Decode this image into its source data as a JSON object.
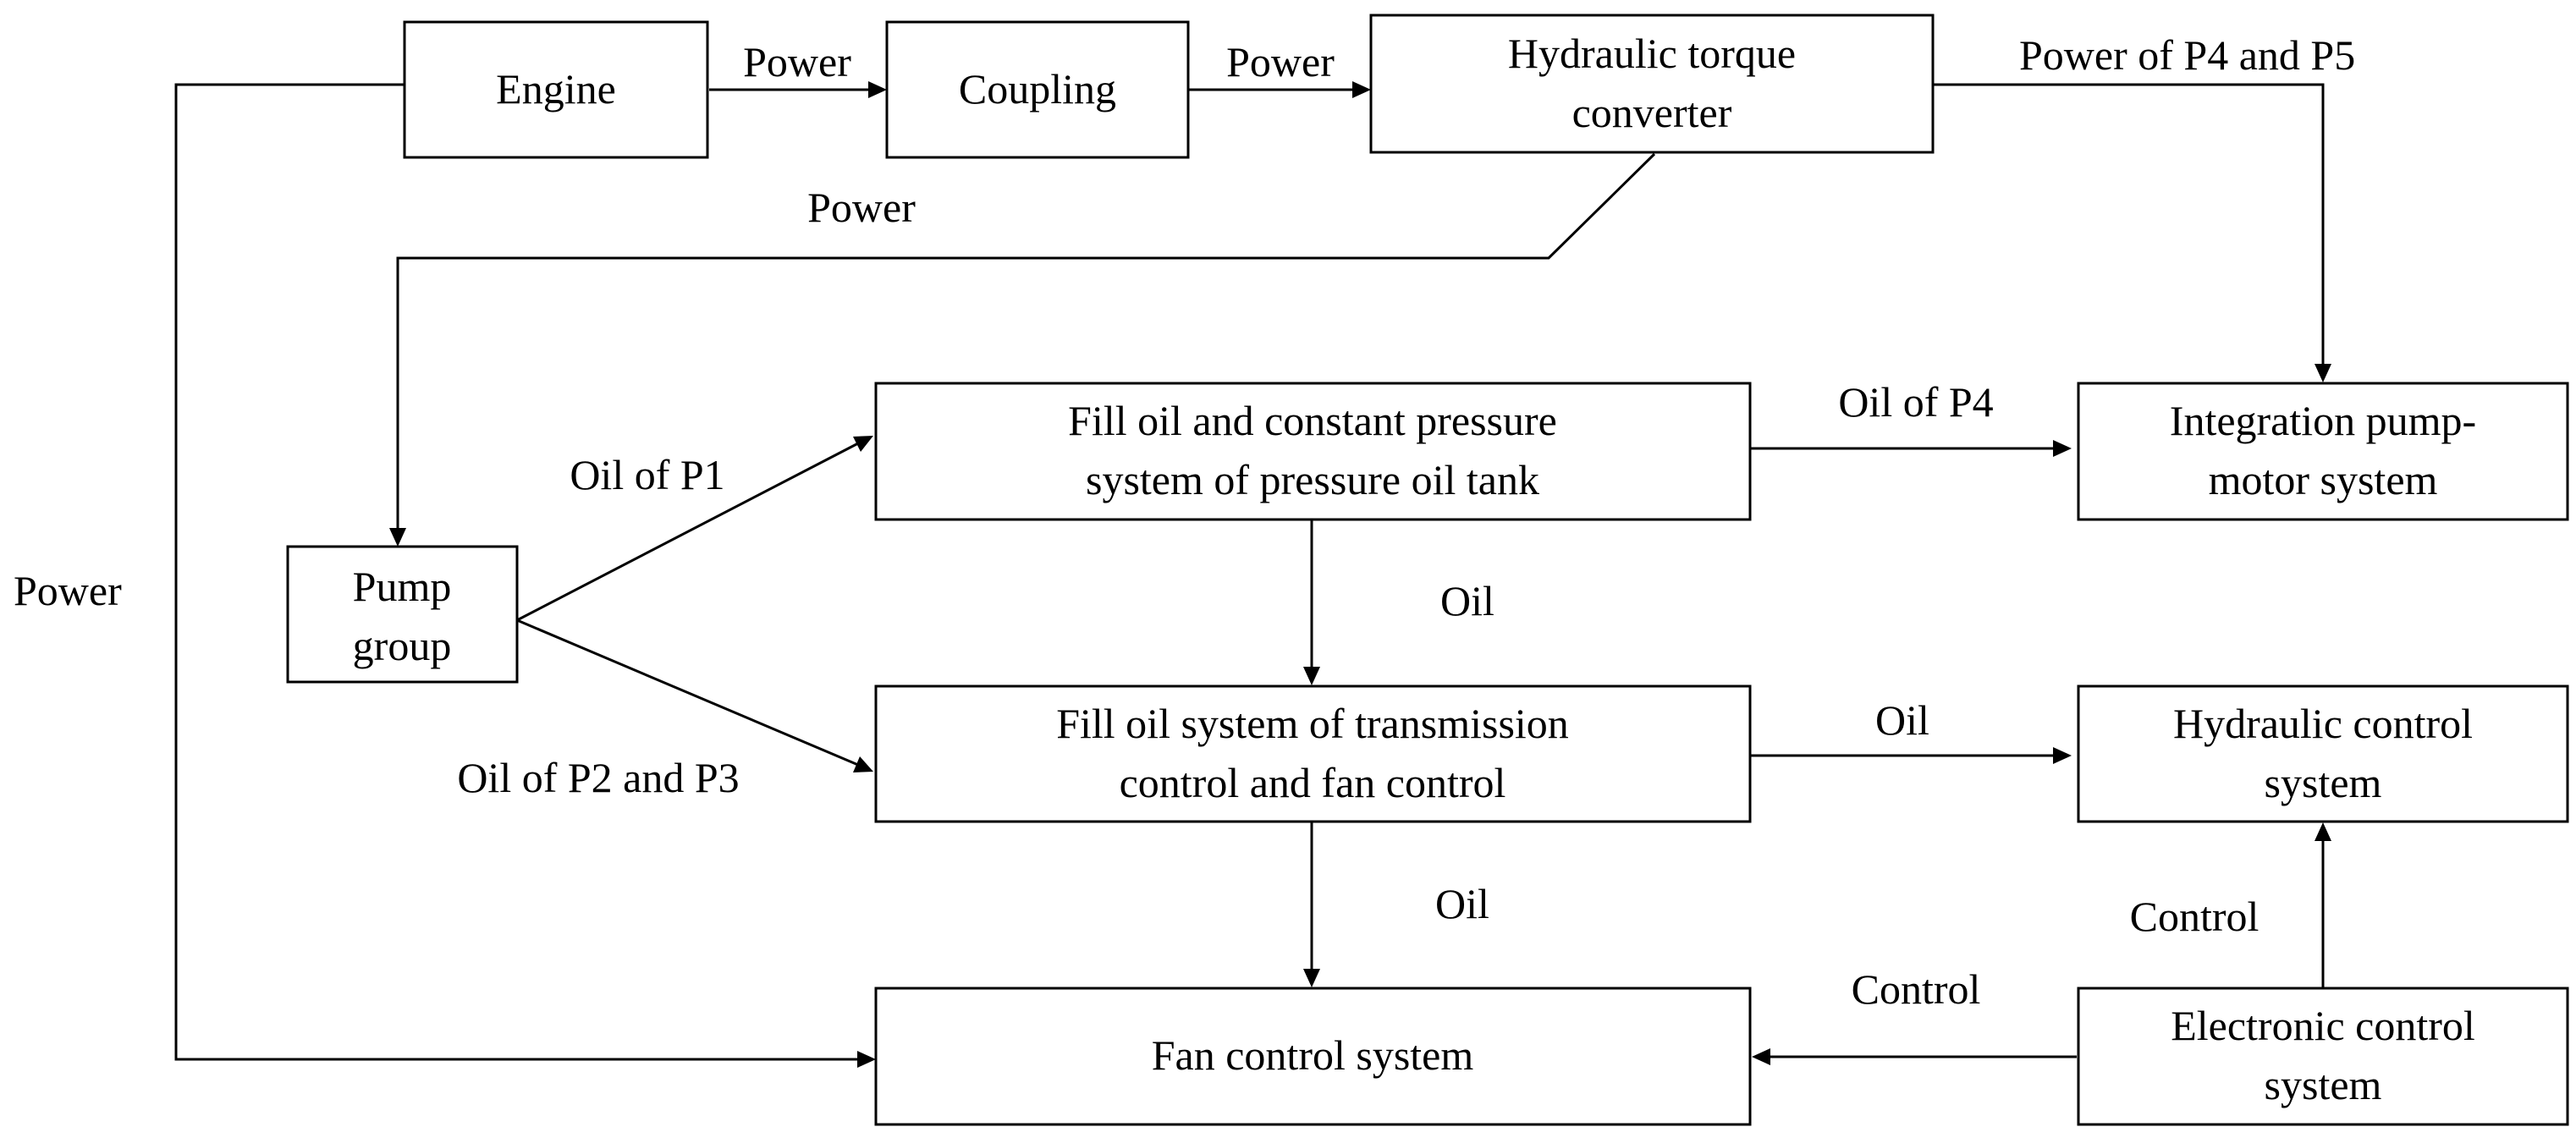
{
  "nodes": {
    "engine": [
      "Engine"
    ],
    "coupling": [
      "Coupling"
    ],
    "torque_converter": [
      "Hydraulic torque",
      "converter"
    ],
    "pump_group": [
      "Pump",
      "group"
    ],
    "fill_oil_pressure_tank": [
      "Fill oil and constant pressure",
      "system of pressure oil tank"
    ],
    "integration_pump_motor": [
      "Integration pump-",
      "motor system"
    ],
    "fill_oil_transmission": [
      "Fill oil system of transmission",
      "control and fan control"
    ],
    "hydraulic_control": [
      "Hydraulic control",
      "system"
    ],
    "fan_control": [
      "Fan control system"
    ],
    "electronic_control": [
      "Electronic control",
      "system"
    ]
  },
  "edges": {
    "engine_to_coupling": "Power",
    "coupling_to_converter": "Power",
    "converter_to_integration": "Power of P4 and P5",
    "converter_to_pump_group": "Power",
    "engine_to_fan_control": "Power",
    "pump_to_fill_tank": "Oil of P1",
    "pump_to_fill_transmission": "Oil of P2 and P3",
    "fill_tank_to_integration": "Oil of P4",
    "fill_tank_to_fill_transmission": "Oil",
    "fill_transmission_to_hydraulic": "Oil",
    "fill_transmission_to_fan": "Oil",
    "electronic_to_hydraulic": "Control",
    "electronic_to_fan": "Control"
  }
}
